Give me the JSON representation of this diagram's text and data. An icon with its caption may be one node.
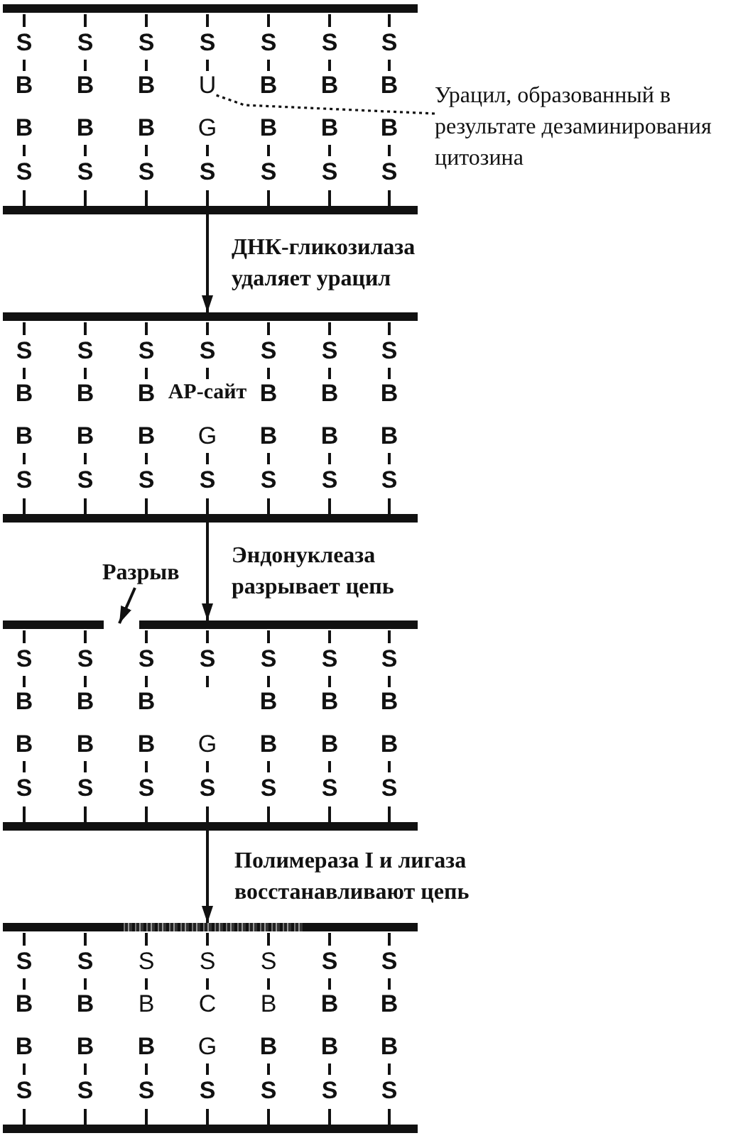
{
  "diagram": {
    "nodes": [
      {
        "text": [
          "S",
          "S",
          "S",
          "S",
          "S",
          "S",
          "S",
          "B",
          "B",
          "B",
          "B",
          "B",
          "B",
          "B",
          "B",
          "B",
          "G",
          "B",
          "B",
          "B",
          "S",
          "S",
          "S",
          "S",
          "S",
          "S",
          "S"
        ]
      },
      {
        "text": [
          "U"
        ],
        "in": 0
      },
      {
        "text": [
          "Урацил, образованный в результате дезаминирования цитозина"
        ]
      },
      {
        "text": [
          "S",
          "S",
          "S",
          "S",
          "S",
          "S",
          "S",
          "B",
          "B",
          "B",
          "AP-сайт",
          "B",
          "B",
          "B",
          "B",
          "B",
          "B",
          "G",
          "B",
          "B",
          "B",
          "S",
          "S",
          "S",
          "S",
          "S",
          "S",
          "S"
        ]
      },
      {
        "text": [
          "Разрыв"
        ]
      },
      {
        "text": [
          "S",
          "S",
          "S",
          "S",
          "S",
          "S",
          "S",
          "B",
          "B",
          "B",
          "B",
          "B",
          "B",
          "B",
          "B",
          "B",
          "G",
          "B",
          "B",
          "B",
          "S",
          "S",
          "S",
          "S",
          "S",
          "S",
          "S"
        ]
      },
      {
        "text": [
          "S",
          "S",
          "S",
          "S",
          "S",
          "S",
          "S",
          "B",
          "B",
          "B",
          "C",
          "B",
          "B",
          "B",
          "B",
          "B",
          "B",
          "G",
          "B",
          "B",
          "B",
          "S",
          "S",
          "S",
          "S",
          "S",
          "S",
          "S"
        ]
      }
    ],
    "edges": [
      {
        "from": 2,
        "to": 1,
        "arrow": "none",
        "style": "dashed"
      },
      {
        "from": 0,
        "to": 3,
        "arrow": "to",
        "label": "ДНК-гликозилаза удаляет урацил"
      },
      {
        "from": 3,
        "to": 5,
        "arrow": "to",
        "label": "Эндонуклеаза разрывает цепь"
      },
      {
        "from": 4,
        "to": null,
        "arrow": "to"
      },
      {
        "from": 5,
        "to": 6,
        "arrow": "to",
        "label": "Полимераза I и лигаза восстанавливают цепь"
      }
    ]
  }
}
